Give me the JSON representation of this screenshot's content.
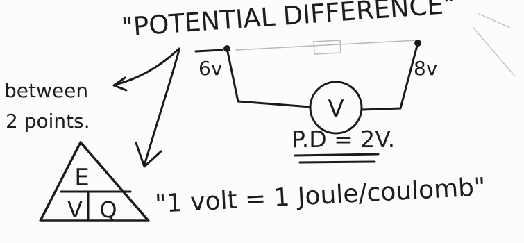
{
  "title": "\"POTENTIAL DIFFERENCE\"",
  "note_between": "between",
  "note_points": "2 points.",
  "voltage_left": "6v",
  "voltage_right": "8v",
  "meter_symbol": "V",
  "pd_result": "P.D = 2V.",
  "triangle": {
    "top": "E",
    "bottom_left": "V",
    "bottom_right": "Q"
  },
  "volt_definition": "\"1 volt = 1 Joule/coulomb\"",
  "colors": {
    "ink": "#1b1b1b",
    "paper": "#fcfcfb",
    "pencil": "#b8b8b8"
  }
}
